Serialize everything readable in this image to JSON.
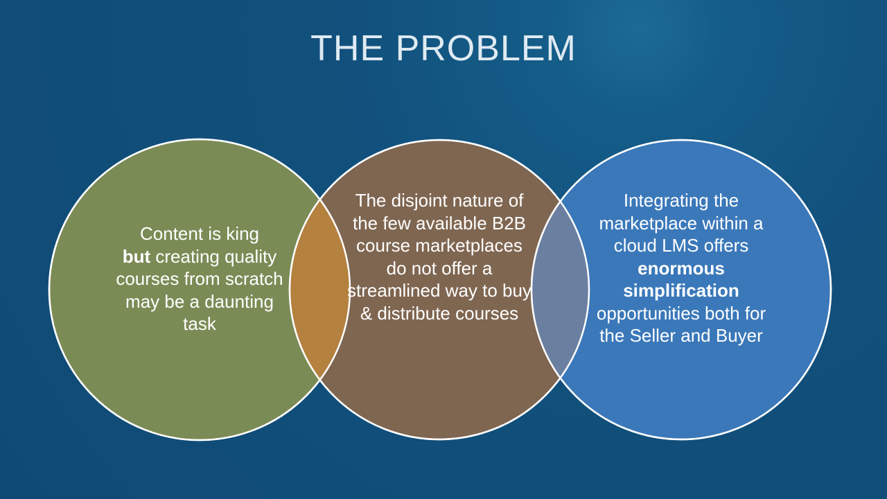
{
  "title": "THE PROBLEM",
  "circles": [
    {
      "pre": "Content is king",
      "bold": "but",
      "post": "creating quality courses from scratch may be a daunting task",
      "color": "#7b8b56"
    },
    {
      "text": "The disjoint nature of the few available B2B course marketplaces do not offer a streamlined way to buy & distribute courses",
      "color": "#7f6651"
    },
    {
      "pre": "Integrating the marketplace within a cloud LMS offers",
      "bold": "enormous simplification",
      "post": "opportunities both for the Seller and Buyer",
      "color": "#3a78b9"
    }
  ],
  "overlap_colors": [
    "#b5813f",
    "#6b80a0"
  ]
}
